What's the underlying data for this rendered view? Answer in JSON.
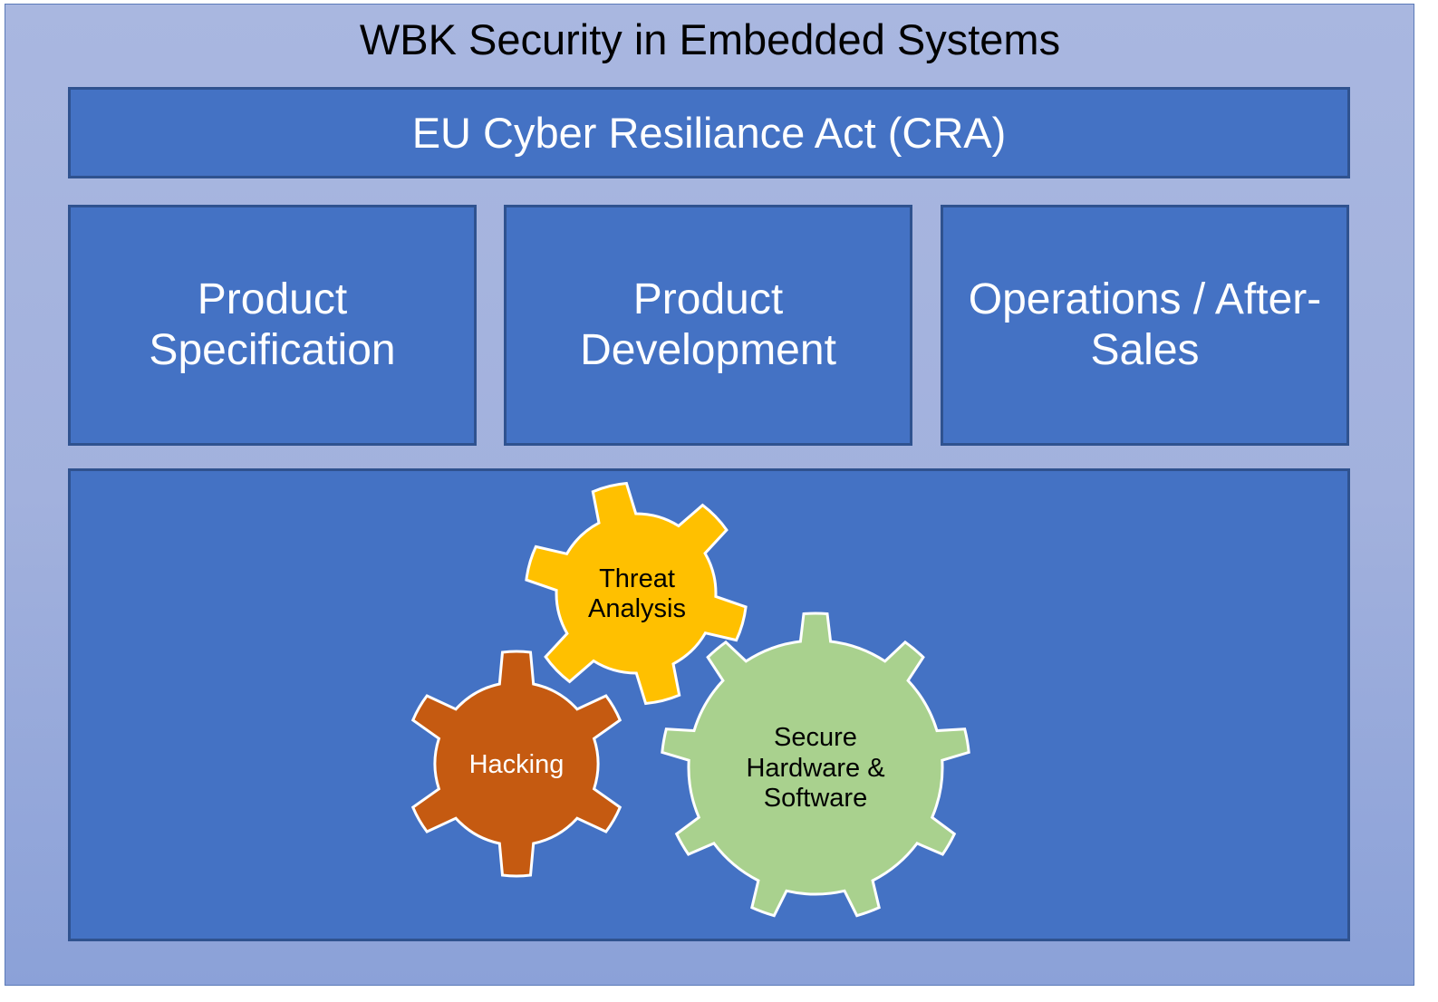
{
  "title": "WBK Security in Embedded Systems",
  "regulation": {
    "label": "EU Cyber Resiliance Act (CRA)"
  },
  "phases": [
    {
      "lines": [
        "Product",
        "Specification"
      ]
    },
    {
      "lines": [
        "Product",
        "Development"
      ]
    },
    {
      "lines": [
        "Operations / After-",
        "Sales"
      ]
    }
  ],
  "gears": [
    {
      "lines": [
        "Threat",
        "Analysis"
      ],
      "fill": "#ffc000",
      "text_color": "#000000",
      "teeth": 6
    },
    {
      "lines": [
        "Hacking"
      ],
      "fill": "#c55a11",
      "text_color": "#ffffff",
      "teeth": 6
    },
    {
      "lines": [
        "Secure",
        "Hardware &",
        "Software"
      ],
      "fill": "#a9d18e",
      "text_color": "#000000",
      "teeth": 9
    }
  ],
  "colors": {
    "frame_bg": "#a6b5df",
    "box_fill": "#4472c4",
    "box_border": "#2f528f",
    "gear_outline": "#ffffff"
  }
}
